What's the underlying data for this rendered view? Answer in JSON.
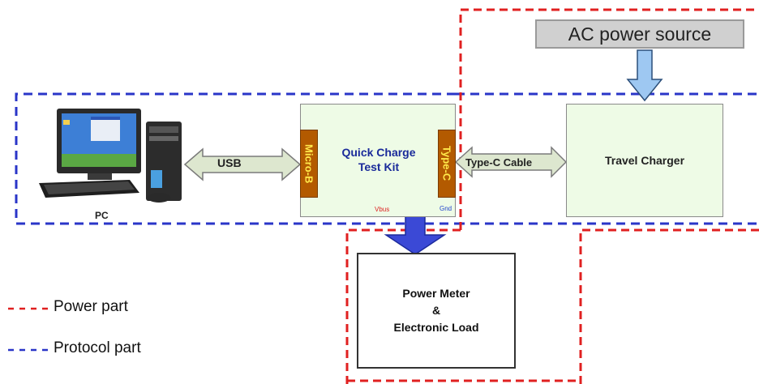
{
  "nodes": {
    "ac_source": "AC power source",
    "test_kit": "Quick Charge\nTest Kit",
    "micro_b": "Micro-B",
    "type_c": "Type-C",
    "travel_charger": "Travel Charger",
    "power_meter": "Power Meter\n&\nElectronic Load",
    "pc": "PC"
  },
  "connections": {
    "usb": "USB",
    "type_c_cable": "Type-C Cable"
  },
  "terminals": {
    "vbus": "Vbus",
    "gnd": "Gnd"
  },
  "legend": {
    "power": "Power part",
    "protocol": "Protocol part"
  },
  "colors": {
    "power_line": "#e02020",
    "protocol_line": "#2a35c8",
    "box_fill": "#eefbe6",
    "port_fill": "#b35a00",
    "port_text": "#ffe84a",
    "down_arrow": "#3b49d6",
    "ac_arrow": "#9ec8f2"
  }
}
